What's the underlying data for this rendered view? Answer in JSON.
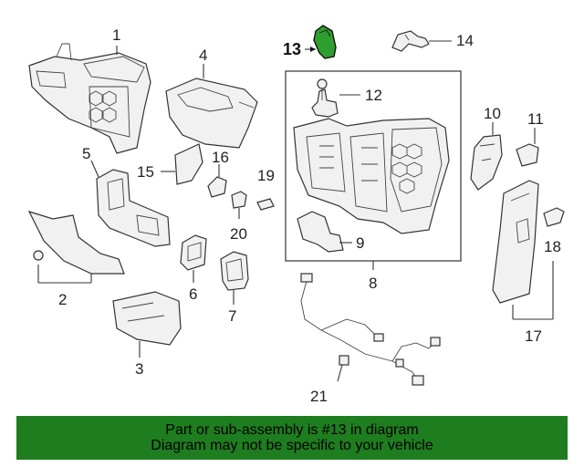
{
  "callouts": {
    "c1": "1",
    "c2": "2",
    "c3": "3",
    "c4": "4",
    "c5": "5",
    "c6": "6",
    "c7": "7",
    "c8": "8",
    "c9": "9",
    "c10": "10",
    "c11": "11",
    "c12": "12",
    "c13": "13",
    "c14": "14",
    "c15": "15",
    "c16": "16",
    "c17": "17",
    "c18": "18",
    "c19": "19",
    "c20": "20",
    "c21": "21"
  },
  "highlight": {
    "part_number": "13",
    "color": "#1e7d1e"
  },
  "banner": {
    "line1": "Part or sub-assembly is #13 in diagram",
    "line2": "Diagram may not be specific to your vehicle",
    "background": "#1e7d1e"
  }
}
